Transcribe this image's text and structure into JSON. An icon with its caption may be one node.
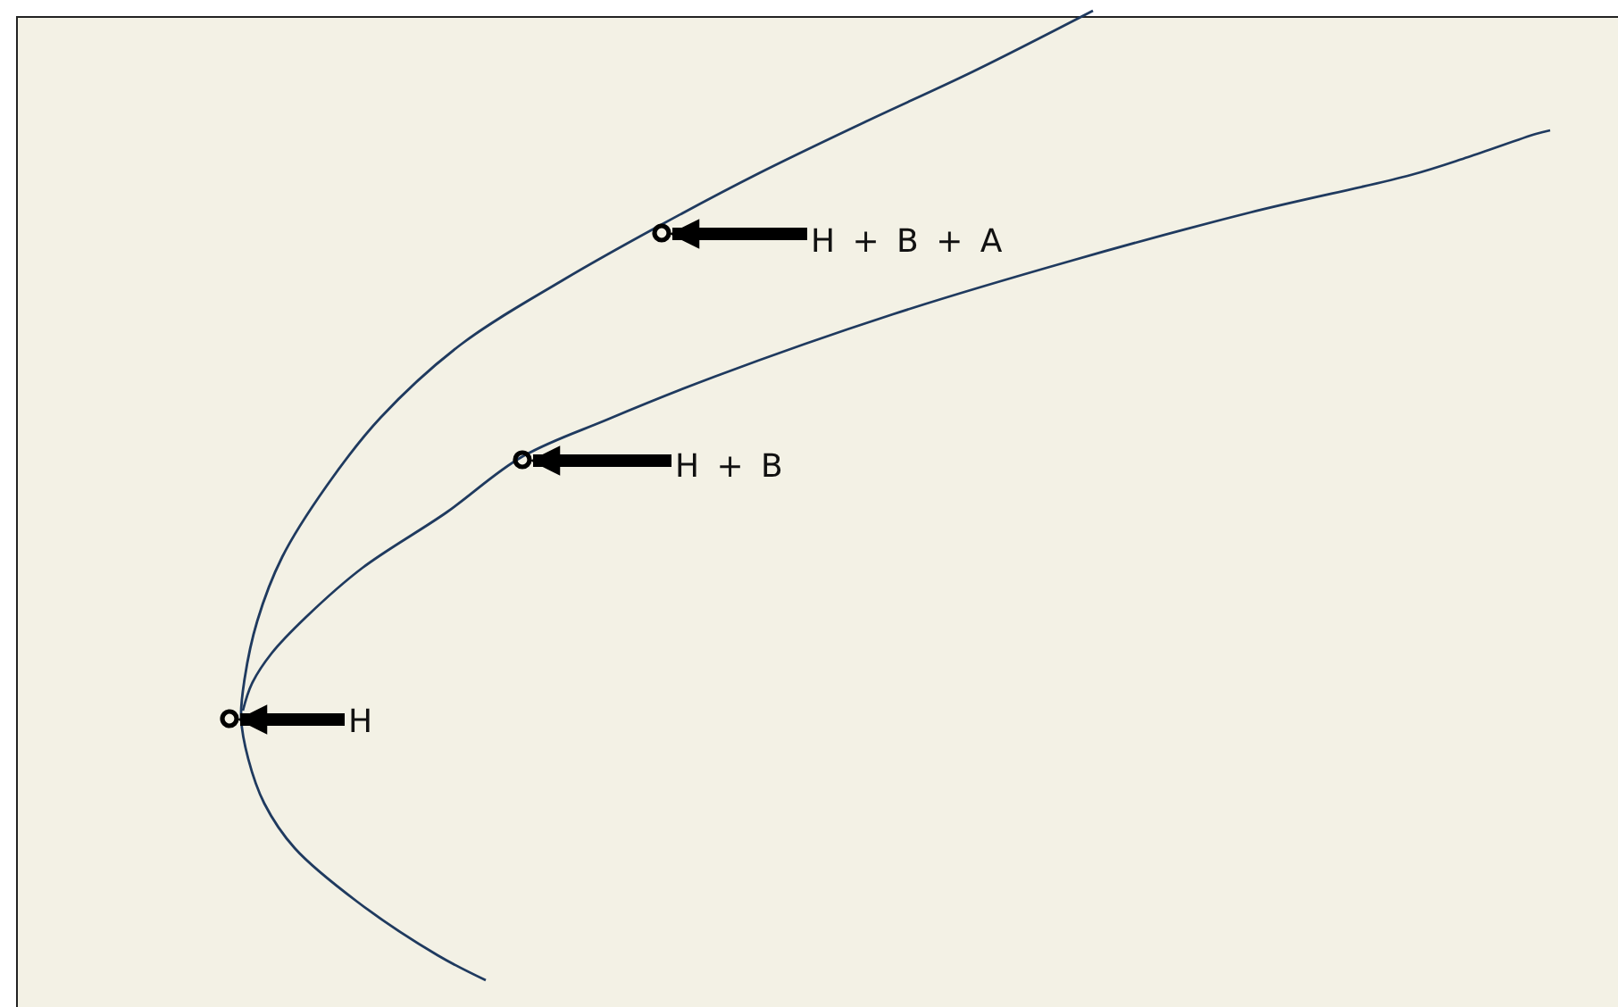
{
  "diagram": {
    "nodes": [
      {
        "text": [
          "H + B + A"
        ]
      },
      {
        "text": [
          "H + B"
        ]
      },
      {
        "text": [
          "H"
        ]
      },
      {
        "text": [],
        "shape": "circle"
      },
      {
        "text": [],
        "shape": "circle"
      },
      {
        "text": [],
        "shape": "circle"
      }
    ],
    "edges": [
      {
        "from": 0,
        "to": 3,
        "arrow": "to"
      },
      {
        "from": 1,
        "to": 4,
        "arrow": "to"
      },
      {
        "from": 2,
        "to": 5,
        "arrow": "to"
      }
    ]
  }
}
